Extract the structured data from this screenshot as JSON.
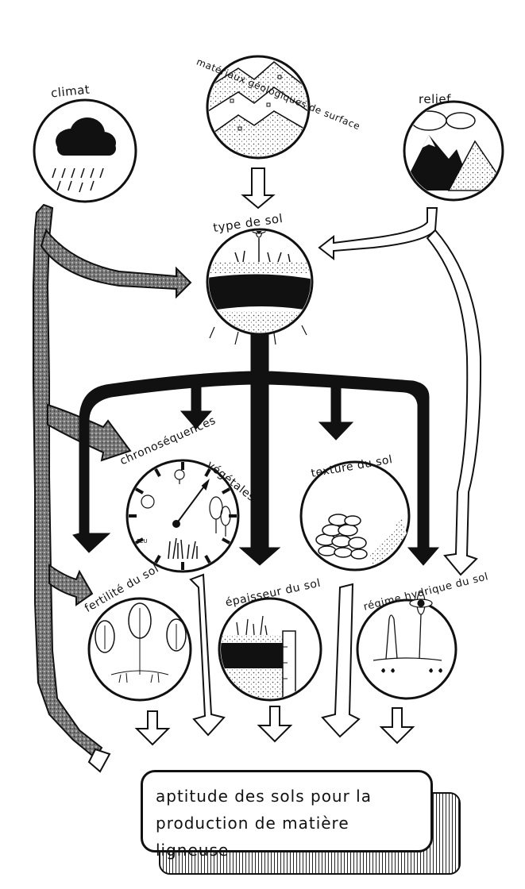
{
  "labels": {
    "climat": "climat",
    "materiaux": "matériaux géologiques de surface",
    "relief": "relief",
    "type_sol": "type de sol",
    "chronosequences": "chronoséquences",
    "vegetales": "végétales",
    "texture": "texture du sol",
    "fertilite": "fertilité du sol",
    "epaisseur": "épaisseur du sol",
    "regime": "régime hydrique du sol",
    "feu": "FEU"
  },
  "result": {
    "line1": "aptitude des sols pour la",
    "line2": "production de matière ligneuse"
  }
}
